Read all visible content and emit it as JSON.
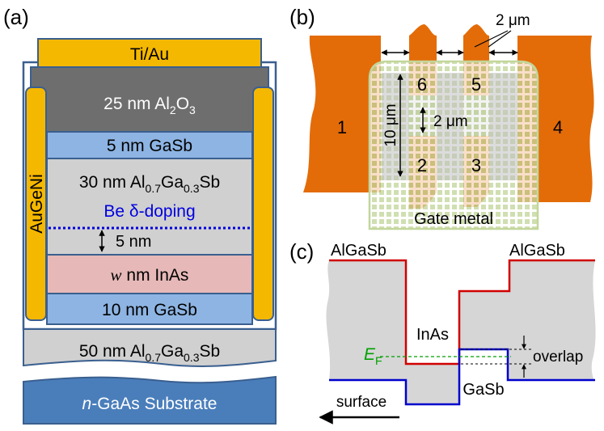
{
  "panel_a": {
    "label": "(a)",
    "contact_top": "Ti/Au",
    "oxide": {
      "pre": "25 nm Al",
      "sub1": "2",
      "mid": "O",
      "sub2": "3"
    },
    "cap": "5 nm GaSb",
    "barrier": {
      "pre": "30 nm Al",
      "sub1": "0.7",
      "mid": "Ga",
      "sub2": "0.3",
      "post": "Sb"
    },
    "doping": "Be δ-doping",
    "spacer": "5 nm",
    "well": {
      "italic": "w",
      "rest": " nm InAs"
    },
    "gasb": "10 nm GaSb",
    "buffer": {
      "pre": "50 nm Al",
      "sub1": "0.7",
      "mid": "Ga",
      "sub2": "0.3",
      "post": "Sb"
    },
    "substrate": {
      "italic": "n",
      "rest": "-GaAs Substrate"
    },
    "side_contact": "AuGeNi"
  },
  "panel_b": {
    "label": "(b)",
    "contacts": [
      "1",
      "2",
      "3",
      "4",
      "5",
      "6"
    ],
    "dim_top": "2 μm",
    "dim_mid": "2 μm",
    "dim_vertical": "10 μm",
    "gate": "Gate metal"
  },
  "panel_c": {
    "label": "(c)",
    "left_material": "AlGaSb",
    "right_material": "AlGaSb",
    "inas": "InAs",
    "gasb": "GaSb",
    "fermi": {
      "main": "E",
      "sub": "F"
    },
    "overlap": "overlap",
    "surface": "surface"
  },
  "colors": {
    "contact_gold": "#F5B800",
    "oxide_gray": "#6E6E6E",
    "gasb_blue": "#8DB4E2",
    "algasb_gray": "#D0D0D0",
    "inas_pink": "#E6B9B8",
    "substrate_blue": "#4A7EBB",
    "frame_blue": "#3A5F8F",
    "ohmic_orange": "#E36C09",
    "gate_green": "#C3D69B",
    "conduction_red": "#D00000",
    "valence_blue": "#0000CC",
    "fermi_green": "#00A000",
    "doping_blue": "#0000E0"
  }
}
